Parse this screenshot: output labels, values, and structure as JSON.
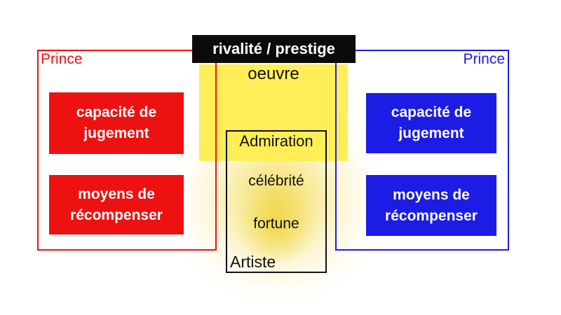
{
  "colors": {
    "red": "#ee1111",
    "blue": "#1c1ce4",
    "yellow": "#ffee58",
    "banner_black": "#0b0b0b"
  },
  "banner": {
    "label": "rivalité / prestige"
  },
  "center": {
    "oeuvre_label": "oeuvre",
    "admiration_label": "Admiration",
    "celebrite_label": "célébrité",
    "fortune_label": "fortune",
    "artiste_label": "Artiste"
  },
  "prince_left": {
    "title": "Prince",
    "judgement_box": "capacité de\njugement",
    "reward_box": "moyens de\nrécompenser"
  },
  "prince_right": {
    "title": "Prince",
    "judgement_box": "capacité de\njugement",
    "reward_box": "moyens de\nrécompenser"
  }
}
